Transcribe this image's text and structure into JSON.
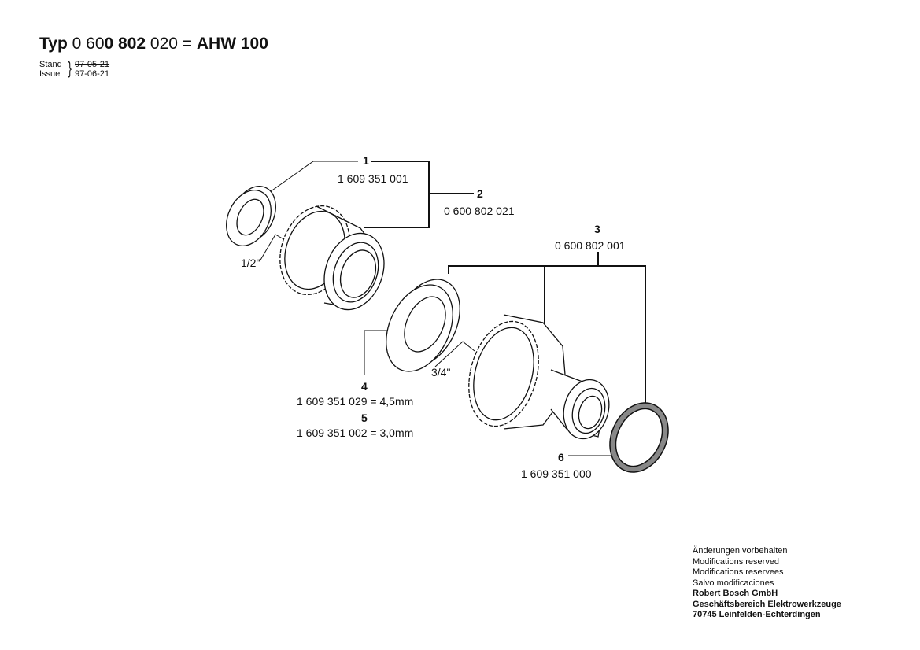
{
  "header": {
    "typ_label": "Typ",
    "number_a": "0 60",
    "number_b": "0 802",
    "number_c": " 020 =",
    "model": "AHW 100",
    "stand_label": "Stand",
    "issue_label": "Issue",
    "stand_date": "97-05-21",
    "issue_date": "97-06-21"
  },
  "parts": [
    {
      "num": "1",
      "code": "1 609 351 001"
    },
    {
      "num": "2",
      "code": "0 600 802 021"
    },
    {
      "num": "3",
      "code": "0 600 802 001"
    },
    {
      "num": "4",
      "code": "1 609 351 029 = 4,5mm"
    },
    {
      "num": "5",
      "code": "1 609 351 002 = 3,0mm"
    },
    {
      "num": "6",
      "code": "1 609 351 000"
    }
  ],
  "thread_sizes": {
    "small": "1/2\"",
    "large": "3/4\""
  },
  "footer": {
    "lines": [
      "Änderungen vorbehalten",
      "Modifications reserved",
      "Modifications reservees",
      "Salvo modificaciones"
    ],
    "company": "Robert Bosch GmbH",
    "division": "Geschäftsbereich Elektrowerkzeuge",
    "address": "70745 Leinfelden-Echterdingen"
  }
}
